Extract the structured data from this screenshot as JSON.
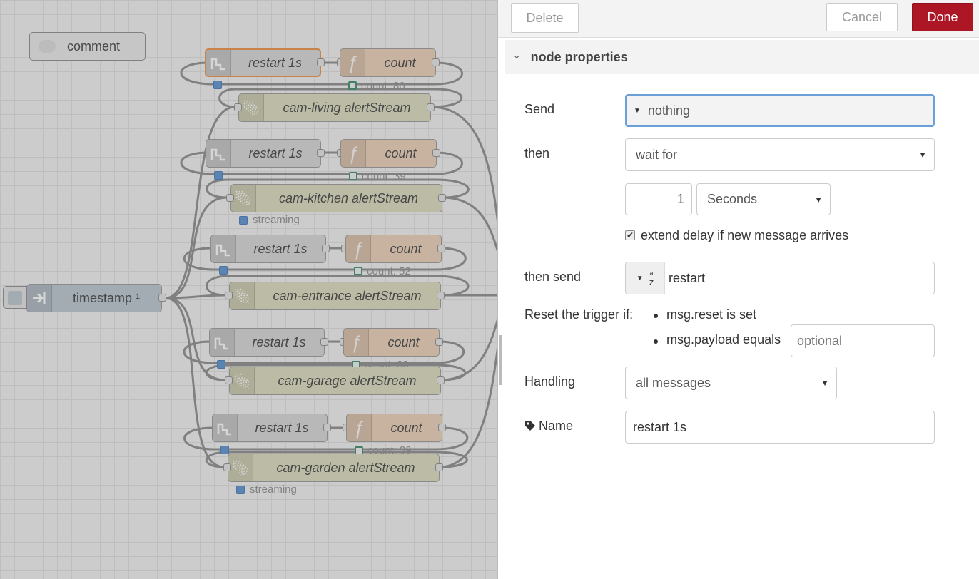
{
  "canvas": {
    "comment_label": "comment",
    "inject_label": "timestamp ¹",
    "groups": [
      {
        "trigger": "restart 1s",
        "func": "count",
        "func_status": "count: 80",
        "cam": "cam-living alertStream",
        "cam_status": ""
      },
      {
        "trigger": "restart 1s",
        "func": "count",
        "func_status": "count: 39",
        "cam": "cam-kitchen alertStream",
        "cam_status": "streaming"
      },
      {
        "trigger": "restart 1s",
        "func": "count",
        "func_status": "count: 52",
        "cam": "cam-entrance alertStream",
        "cam_status": ""
      },
      {
        "trigger": "restart 1s",
        "func": "count",
        "func_status": "count: 38",
        "cam": "cam-garage alertStream",
        "cam_status": ""
      },
      {
        "trigger": "restart 1s",
        "func": "count",
        "func_status": "count: 39",
        "cam": "cam-garden alertStream",
        "cam_status": "streaming"
      }
    ]
  },
  "tray": {
    "delete_label": "Delete",
    "cancel_label": "Cancel",
    "done_label": "Done",
    "section_title": "node properties",
    "send_label": "Send",
    "send_value": "nothing",
    "then_label": "then",
    "then_value": "wait for",
    "duration_value": "1",
    "units_value": "Seconds",
    "extend_label": "extend delay if new message arrives",
    "extend_checked": true,
    "then_send_label": "then send",
    "then_send_type_icon": "az-string-icon",
    "then_send_value": "restart",
    "reset_label": "Reset the trigger if:",
    "reset_opt1": "msg.reset is set",
    "reset_opt2": "msg.payload equals",
    "reset_placeholder": "optional",
    "handling_label": "Handling",
    "handling_value": "all messages",
    "name_label": "Name",
    "name_value": "restart 1s"
  },
  "colors": {
    "done": "#ad1625",
    "trigger_node": "#dcdcdc",
    "function_node": "#efd6bf",
    "camera_node": "#e0e0c6",
    "inject_node": "#c4cdd6",
    "selected_border": "#ef9d58"
  }
}
